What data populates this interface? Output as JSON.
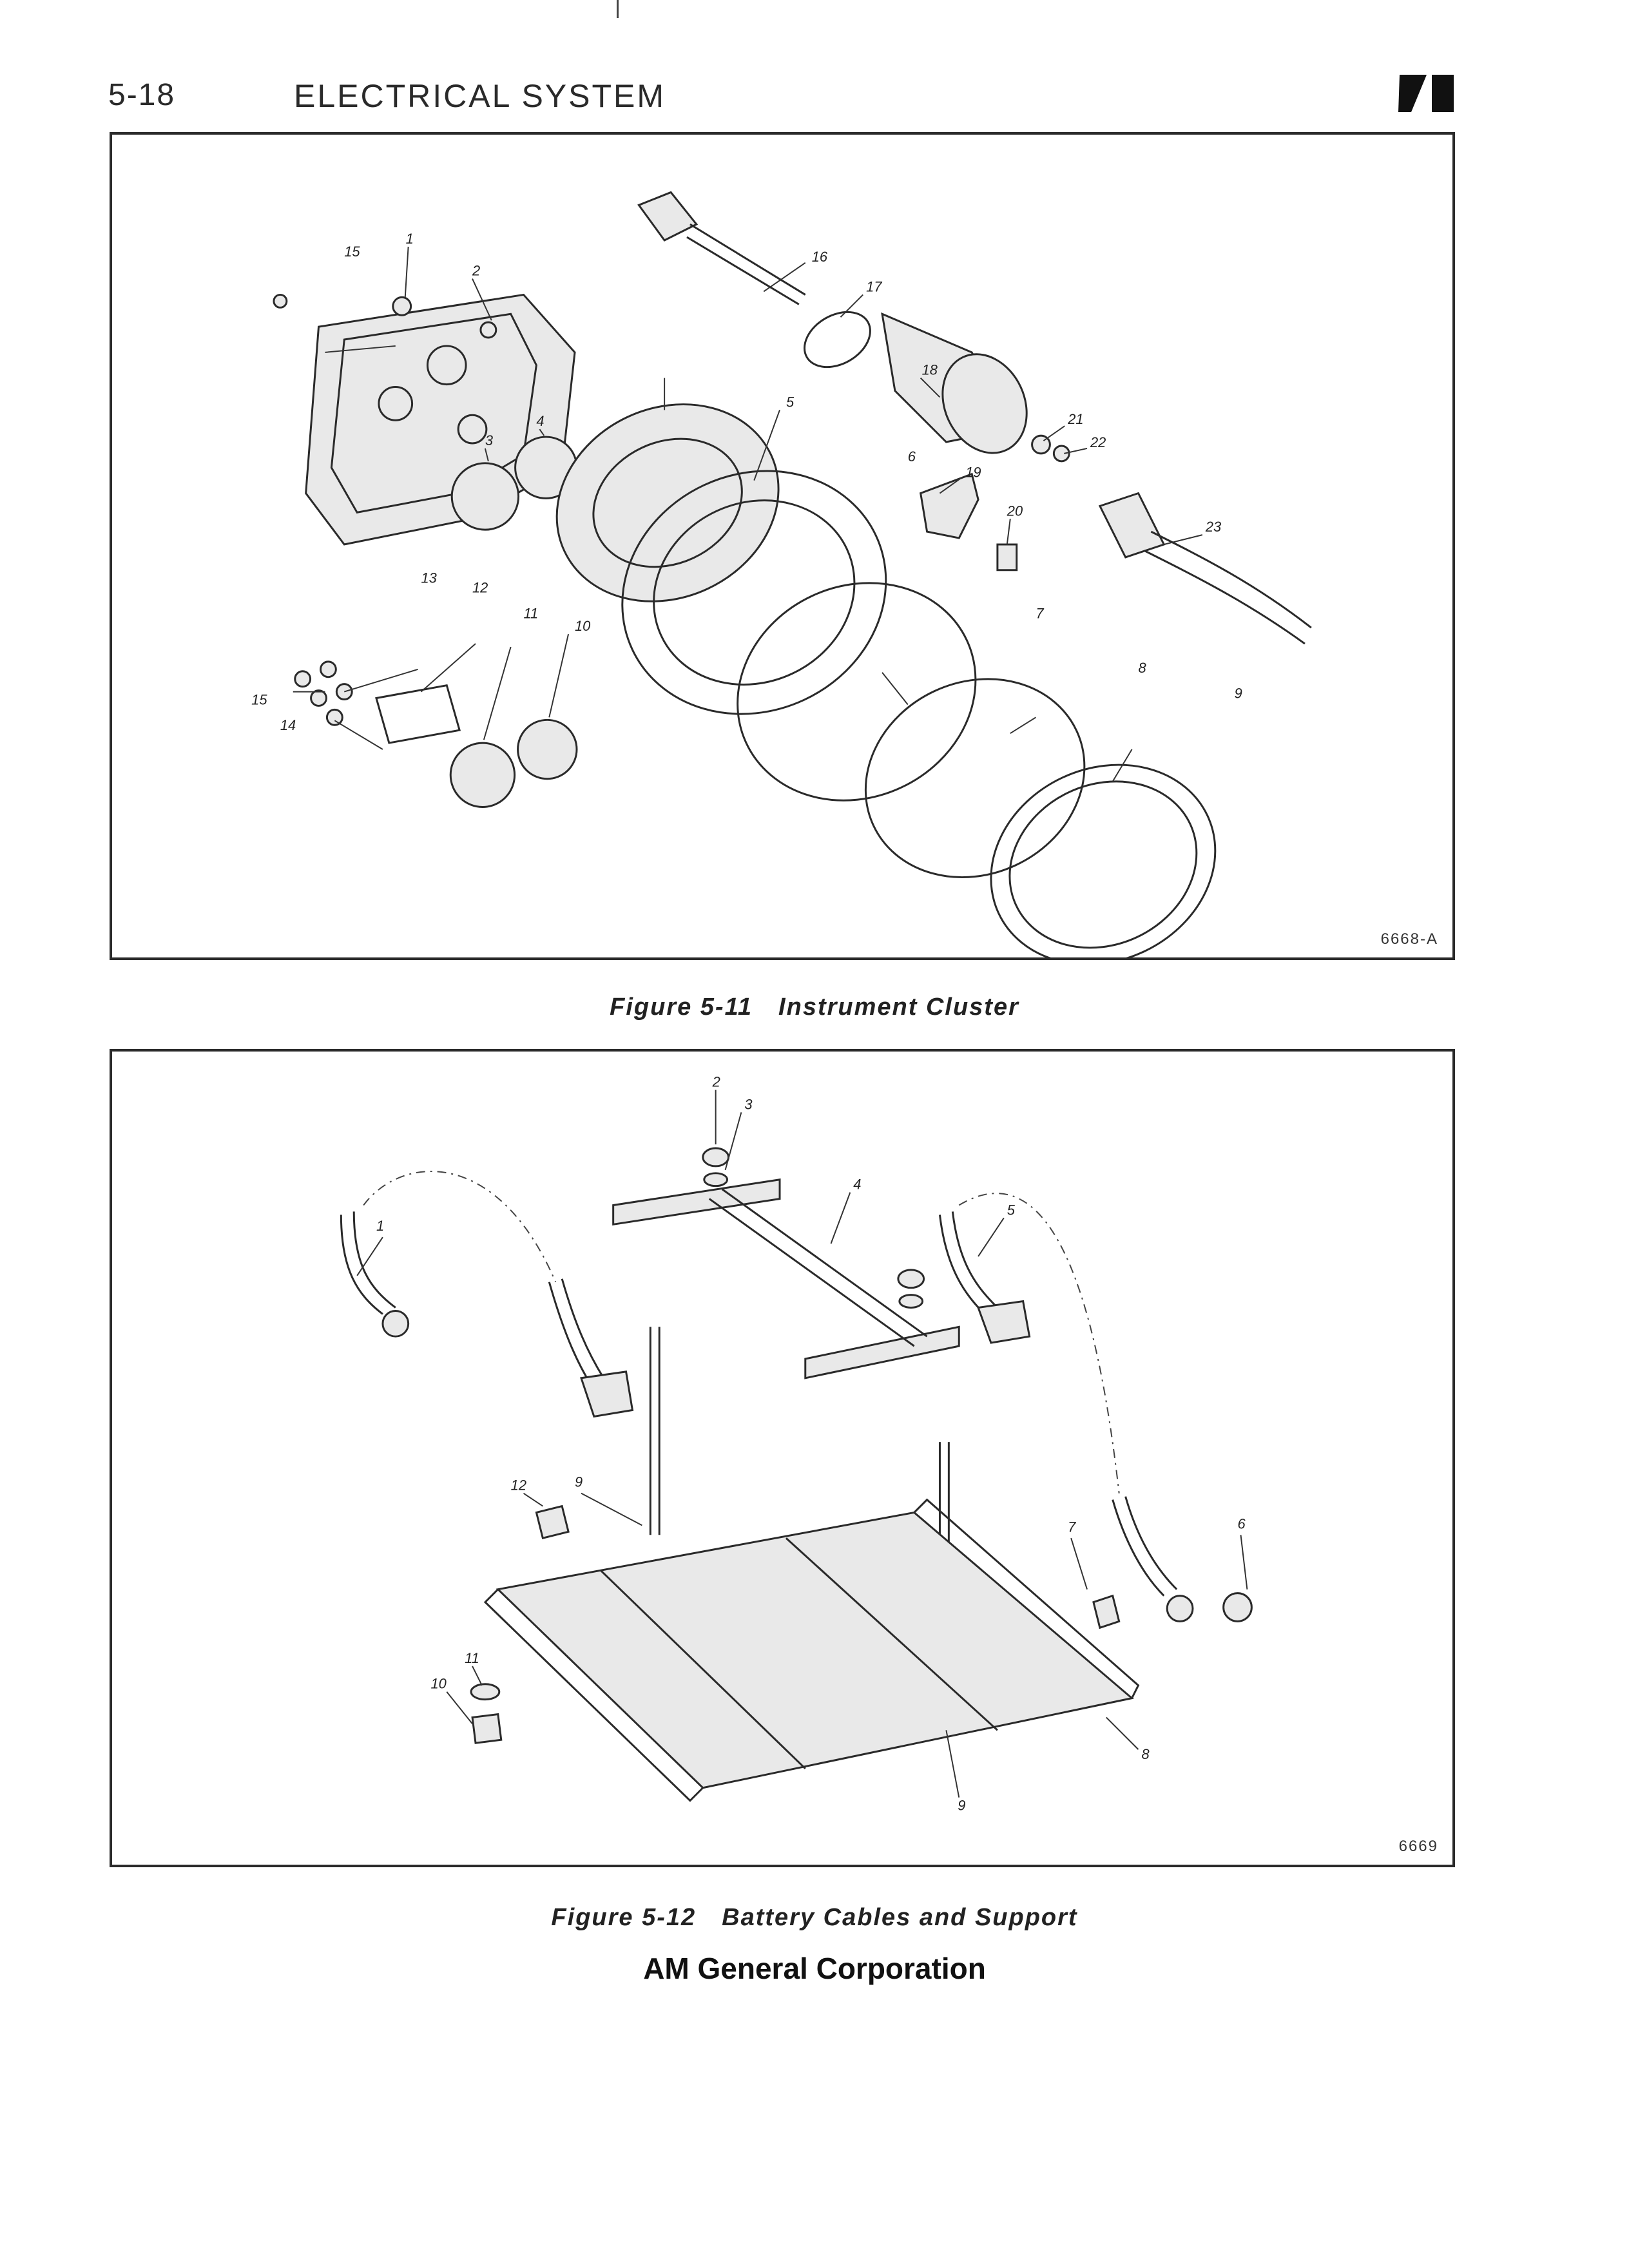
{
  "header": {
    "page_number": "5-18",
    "section_title": "ELECTRICAL SYSTEM"
  },
  "figures": [
    {
      "id_label": "6668-A",
      "caption_number": "Figure 5-11",
      "caption_title": "Instrument Cluster",
      "callouts": [
        "1",
        "2",
        "3",
        "4",
        "5",
        "6",
        "7",
        "8",
        "9",
        "10",
        "11",
        "12",
        "13",
        "14",
        "15",
        "15",
        "16",
        "17",
        "18",
        "19",
        "20",
        "21",
        "22",
        "23"
      ]
    },
    {
      "id_label": "6669",
      "caption_number": "Figure 5-12",
      "caption_title": "Battery Cables and Support",
      "callouts": [
        "1",
        "2",
        "3",
        "4",
        "5",
        "6",
        "7",
        "8",
        "9",
        "9",
        "10",
        "11",
        "12"
      ]
    }
  ],
  "footer": {
    "company": "AM General Corporation"
  }
}
